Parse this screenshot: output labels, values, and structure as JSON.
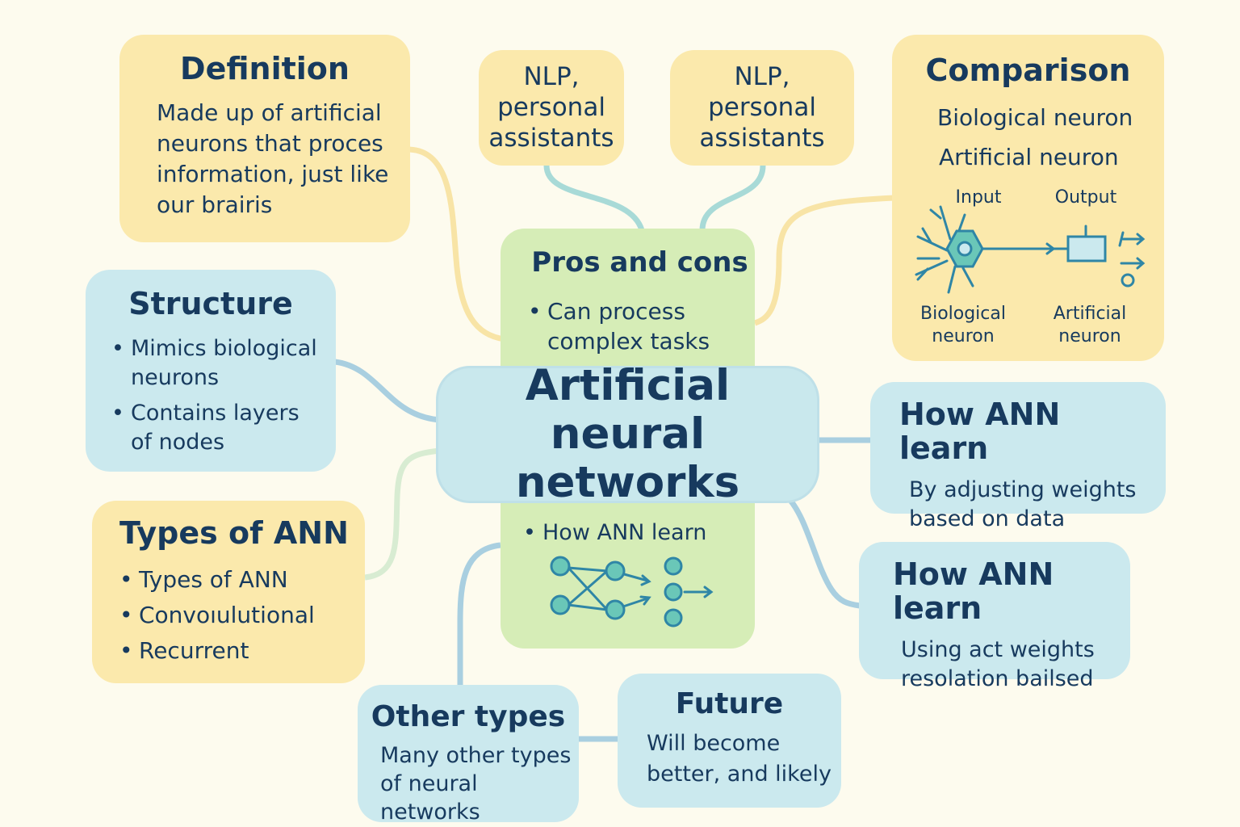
{
  "title": "Artificial neural networks",
  "definition": {
    "title": "Definition",
    "text": "Made up of artificial neurons that proces information, just like our brairis"
  },
  "nlp_left": {
    "text": "NLP, personal assistants"
  },
  "nlp_right": {
    "text": "NLP, personal assistants"
  },
  "comparison": {
    "title": "Comparison",
    "line1": "Biological neuron",
    "line2": "Artificial neuron",
    "input_label": "Input",
    "output_label": "Output",
    "bio_label": "Biological neuron",
    "art_label": "Artificial neuron"
  },
  "structure": {
    "title": "Structure",
    "items": [
      "Mimics biological neurons",
      "Contains layers of nodes"
    ]
  },
  "pros_cons": {
    "title": "Pros and cons",
    "items": [
      "Can process complex tasks"
    ]
  },
  "learn_green": {
    "items": [
      "How ANN learn"
    ]
  },
  "learn_1": {
    "title": "How ANN learn",
    "text": "By adjusting weights based on data"
  },
  "learn_2": {
    "title": "How ANN learn",
    "text": "Using act weights resolation bailsed"
  },
  "types": {
    "title": "Types of ANN",
    "items": [
      "Types of ANN",
      "Convoıulutional",
      "Recurrent"
    ]
  },
  "other_types": {
    "title": "Other types",
    "text": "Many other types of neural networks"
  },
  "future": {
    "title": "Future",
    "text": "Will become better, and likely"
  },
  "colors": {
    "yellow": "#fbe9ac",
    "blue": "#cbe9ee",
    "green": "#d6edb7",
    "text": "#173a5e",
    "icon": "#2f86a6",
    "icon_fill": "#6ac7b8"
  }
}
